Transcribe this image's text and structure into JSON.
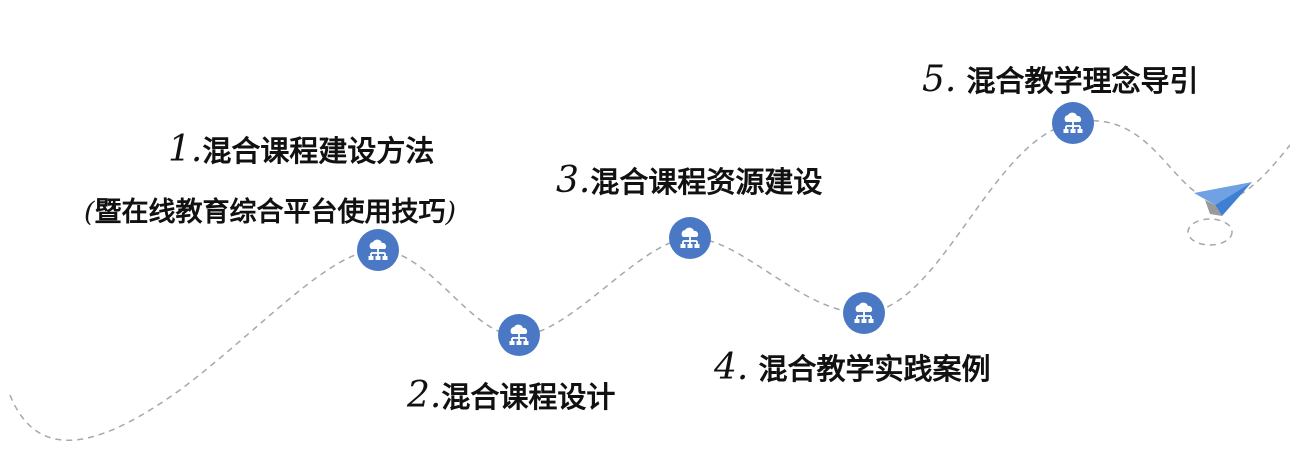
{
  "steps": [
    {
      "num": "1.",
      "label": "混合课程建设方法",
      "sub_open": "(",
      "sub": "暨在线教育综合平台使用技巧",
      "sub_close": ")"
    },
    {
      "num": "2.",
      "label": "混合课程设计"
    },
    {
      "num": "3.",
      "label": "混合课程资源建设"
    },
    {
      "num": "4.",
      "label": " 混合教学实践案例"
    },
    {
      "num": "5.",
      "label": " 混合教学理念导引"
    }
  ],
  "colors": {
    "node": "#4a78c4",
    "path": "#a8a8a8",
    "plane": "#3f7fd1"
  },
  "node_icon": "cloud-network-icon",
  "end_icon": "paper-plane-icon"
}
